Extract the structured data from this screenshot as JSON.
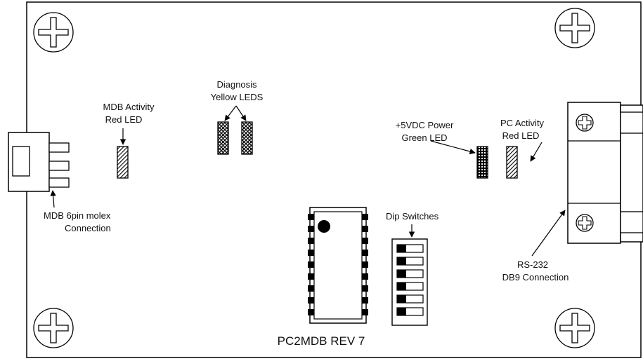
{
  "labels": {
    "mdb_activity_line1": "MDB Activity",
    "mdb_activity_line2": "Red LED",
    "diagnosis_line1": "Diagnosis",
    "diagnosis_line2": "Yellow LEDS",
    "power_line1": "+5VDC Power",
    "power_line2": "Green LED",
    "pc_activity_line1": "PC Activity",
    "pc_activity_line2": "Red LED",
    "molex_line1": "MDB 6pin molex",
    "molex_line2": "Connection",
    "dip_switches": "Dip Switches",
    "rs232_line1": "RS-232",
    "rs232_line2": "DB9 Connection",
    "board_title": "PC2MDB REV 7"
  },
  "colors": {
    "line": "#000000",
    "background": "#ffffff"
  },
  "icons": {
    "mounting_hole": "crosshair-screw-icon",
    "connector_screw": "plus-screw-icon"
  }
}
